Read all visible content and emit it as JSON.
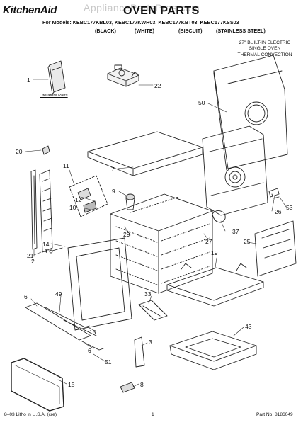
{
  "header": {
    "brand_logo": "KitchenAid",
    "watermark": "AppliancePartsPros.com",
    "title": "OVEN PARTS",
    "models_line": "For Models: KEBC177KBL03, KEBC177KWH03, KEBC177KBT03, KEBC177KSS03",
    "color_labels": [
      "(BLACK)",
      "(WHITE)",
      "(BISCUIT)",
      "(STAINLESS STEEL)"
    ],
    "oven_type": [
      "27\" BUILT-IN ELECTRIC",
      "SINGLE OVEN",
      "THERMAL CONVECTION"
    ]
  },
  "literature_caption": "Literature Parts",
  "callouts": [
    "1",
    "22",
    "50",
    "20",
    "7",
    "11",
    "9",
    "12",
    "10",
    "26",
    "53",
    "14",
    "4",
    "2",
    "21",
    "29",
    "27",
    "37",
    "25",
    "19",
    "6",
    "49",
    "33",
    "3",
    "13",
    "43",
    "6",
    "51",
    "15",
    "8"
  ],
  "footer": {
    "left": "8–03 Litho in U.S.A. (cre)",
    "center": "1",
    "right": "Part No. 8186049"
  }
}
